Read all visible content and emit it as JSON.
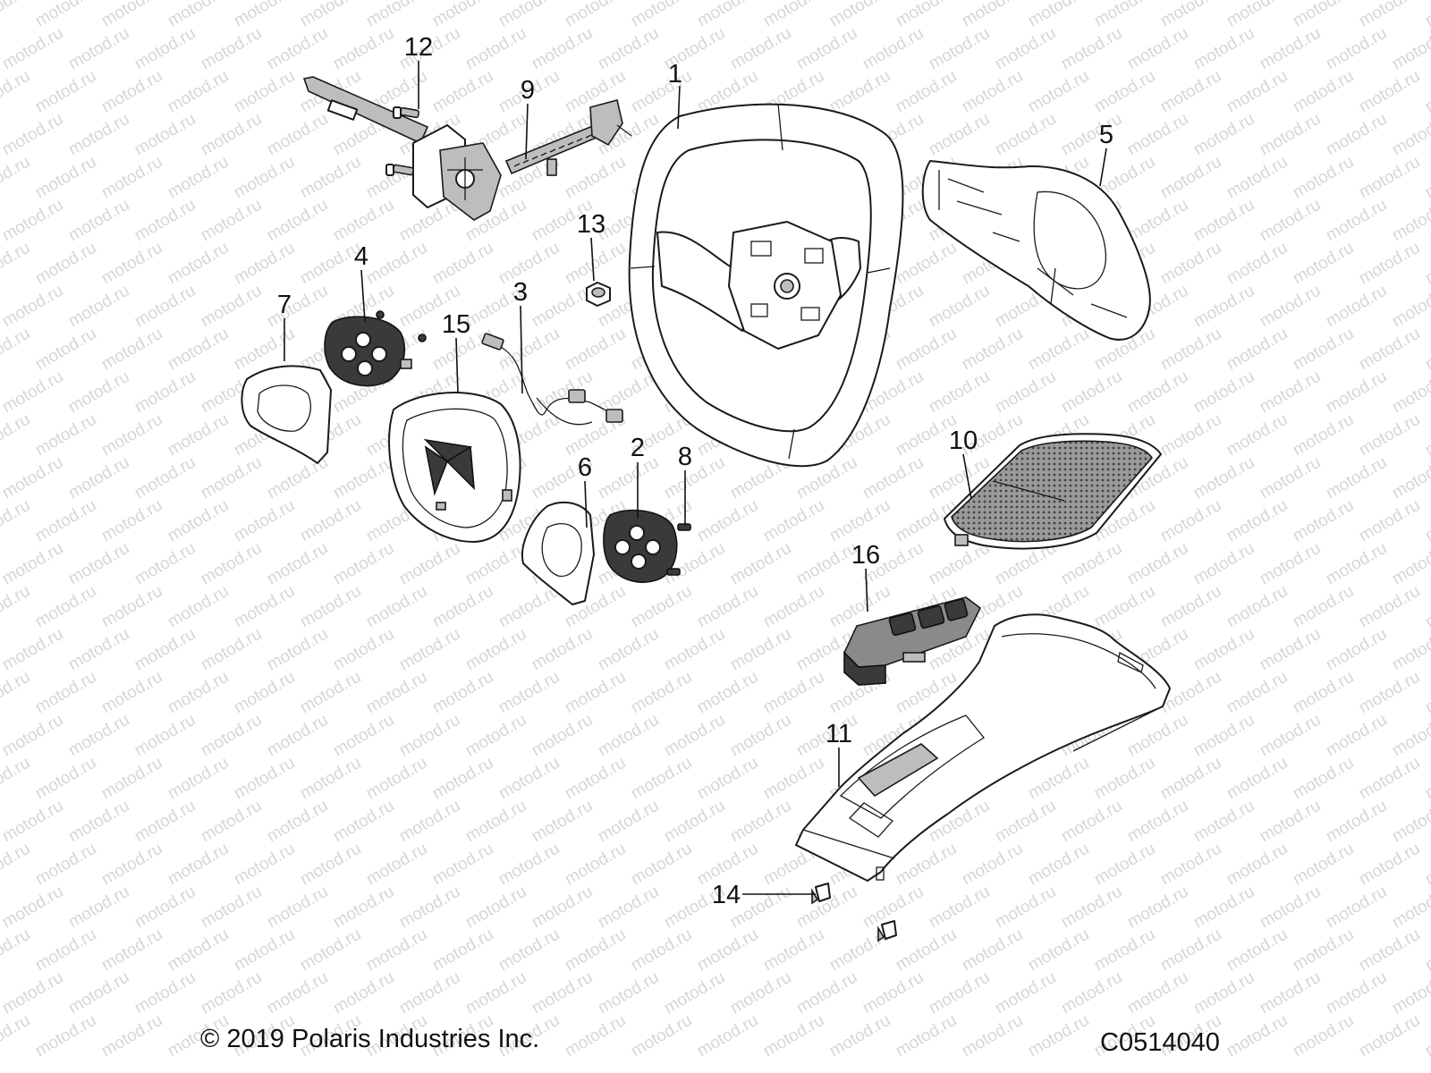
{
  "callouts": [
    {
      "label": "1"
    },
    {
      "label": "2"
    },
    {
      "label": "3"
    },
    {
      "label": "4"
    },
    {
      "label": "5"
    },
    {
      "label": "6"
    },
    {
      "label": "7"
    },
    {
      "label": "8"
    },
    {
      "label": "9"
    },
    {
      "label": "10"
    },
    {
      "label": "11"
    },
    {
      "label": "12"
    },
    {
      "label": "13"
    },
    {
      "label": "14"
    },
    {
      "label": "15"
    },
    {
      "label": "16"
    }
  ],
  "watermark": {
    "text": "motod.ru",
    "color": "#d6d6d6"
  },
  "footer": {
    "copyright": "© 2019 Polaris Industries Inc.",
    "diagram_code": "C0514040"
  }
}
